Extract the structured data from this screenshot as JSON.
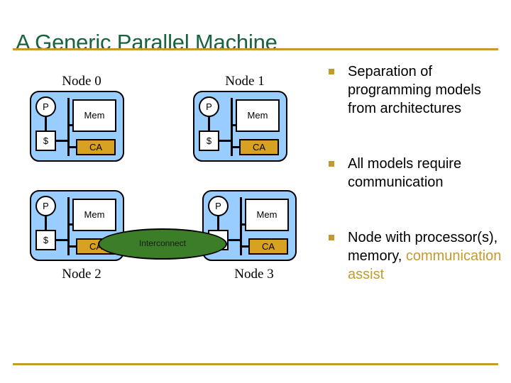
{
  "slide": {
    "title": "A Generic Parallel Machine",
    "title_color": "#15643c",
    "rule_color": "#c49a2c",
    "background": "#ffffff"
  },
  "diagram": {
    "interconnect": {
      "label": "Interconnect",
      "fill": "#3c7d28",
      "text_color": "#1a1a1a"
    },
    "node_parts": {
      "processor": "P",
      "cache": "$",
      "memory": "Mem",
      "comm_assist": "CA"
    },
    "colors": {
      "node_fill": "#99ccff",
      "ca_fill": "#d9a122",
      "box_fill": "#ffffff",
      "outline": "#000000"
    },
    "nodes": [
      {
        "label": "Node 0",
        "label_position": "above"
      },
      {
        "label": "Node 1",
        "label_position": "above"
      },
      {
        "label": "Node 2",
        "label_position": "below"
      },
      {
        "label": "Node 3",
        "label_position": "below"
      }
    ]
  },
  "bullets": [
    {
      "marker": "square-bullet",
      "text": "Separation of programming models from architectures",
      "gold_text": ""
    },
    {
      "marker": "square-bullet",
      "text": "All models require communication",
      "gold_text": ""
    },
    {
      "marker": "square-bullet",
      "text": "Node with processor(s), memory, ",
      "gold_text": "communication assist"
    }
  ]
}
